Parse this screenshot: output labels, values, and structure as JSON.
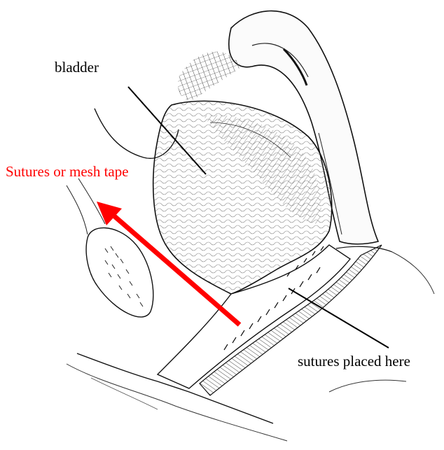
{
  "labels": {
    "bladder": "bladder",
    "sutures_or_mesh": "Sutures or mesh tape",
    "sutures_placed_here": "sutures placed here"
  },
  "colors": {
    "arrow": "#ff0000",
    "mesh_label": "#ff0000",
    "ink": "#000000"
  }
}
